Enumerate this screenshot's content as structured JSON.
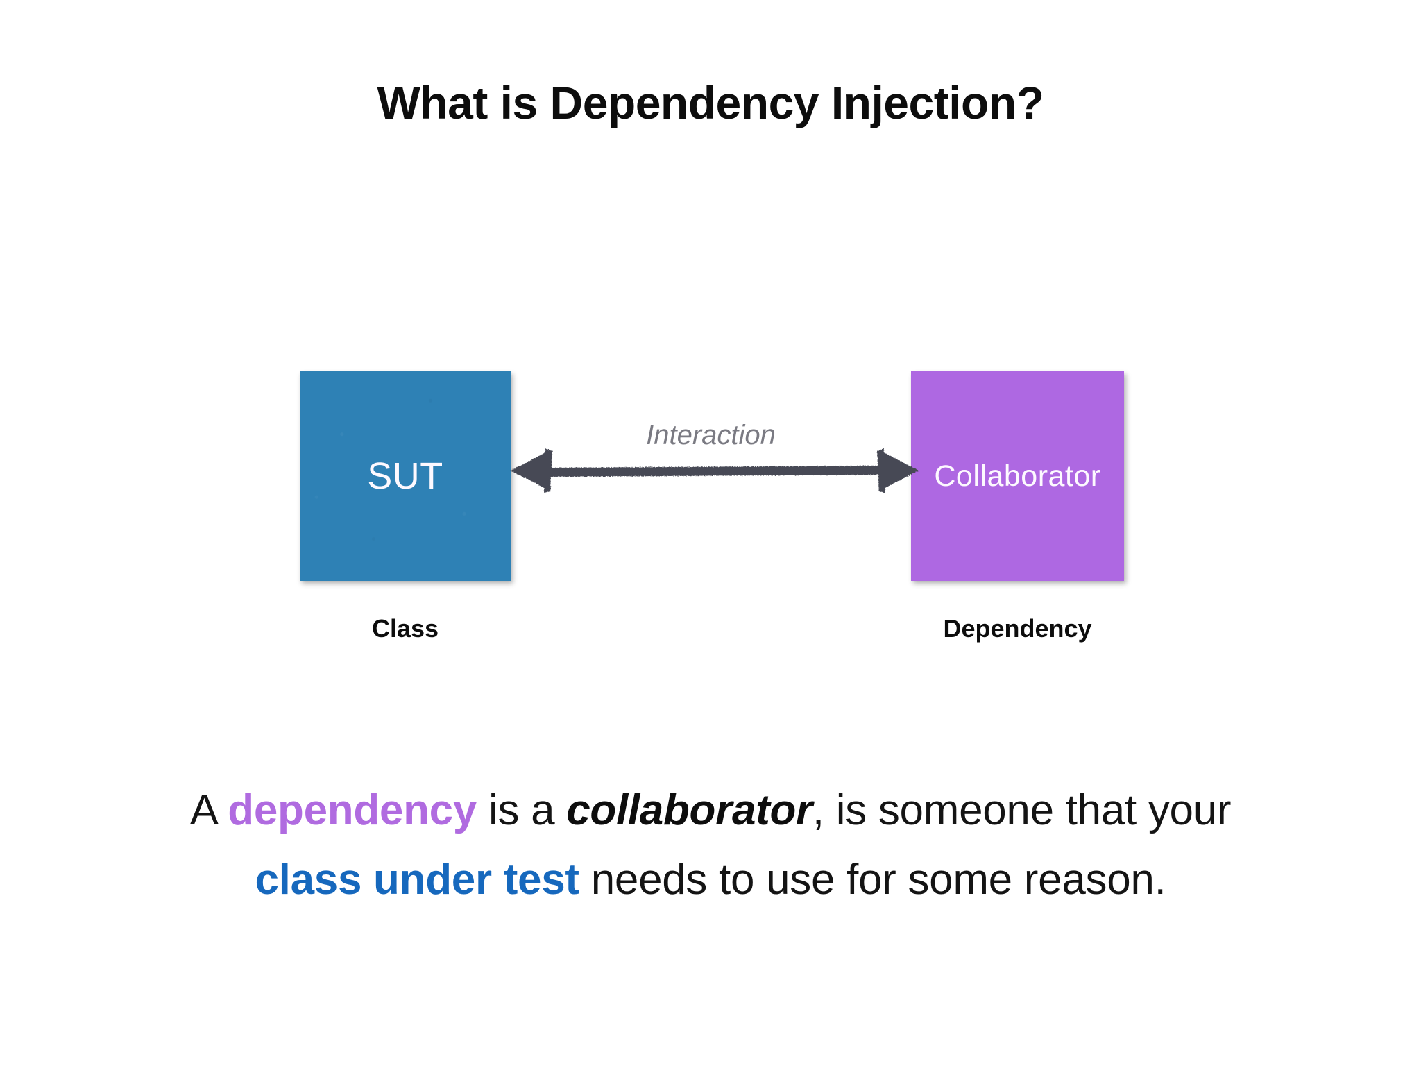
{
  "slide": {
    "title": "What is Dependency Injection?",
    "background_color": "#ffffff"
  },
  "diagram": {
    "nodes": [
      {
        "id": "sut",
        "label": "SUT",
        "caption": "Class",
        "color": "#2e81b5",
        "label_color": "#ffffff"
      },
      {
        "id": "collaborator",
        "label": "Collaborator",
        "caption": "Dependency",
        "color": "#ae68e2",
        "label_color": "#ffffff"
      }
    ],
    "connector": {
      "label": "Interaction",
      "label_color": "#7a7a82",
      "style": "double-headed-sketch-arrow",
      "color": "#474a55"
    }
  },
  "caption": {
    "line1": {
      "part1": "A ",
      "emphasis_dependency": "dependency",
      "part2": " is a ",
      "emphasis_collaborator": "collaborator",
      "part3": ", is someone that your"
    },
    "line2": {
      "emphasis_class_under_test": "class under test",
      "part2": " needs to use for some reason."
    },
    "colors": {
      "dependency": "#b06be0",
      "class_under_test": "#1668bd",
      "body": "#141414"
    }
  }
}
